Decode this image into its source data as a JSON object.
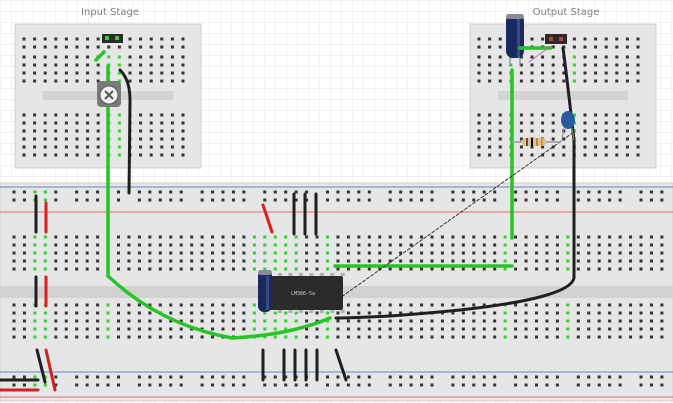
{
  "diagram": {
    "labels": {
      "input_stage": "Input Stage",
      "output_stage": "Output Stage",
      "chip": "LM386-5a"
    },
    "colors": {
      "grid": "#dcdce8",
      "board": "#e6e6e6",
      "board_dark": "#d2d2d2",
      "rail_red": "#e04040",
      "rail_blue": "#4060c0",
      "wire_green": "#27c427",
      "wire_black": "#1f1f1f",
      "wire_red": "#d42020",
      "chip": "#2b2b2b",
      "capacitor": "#1b2a5e"
    }
  }
}
